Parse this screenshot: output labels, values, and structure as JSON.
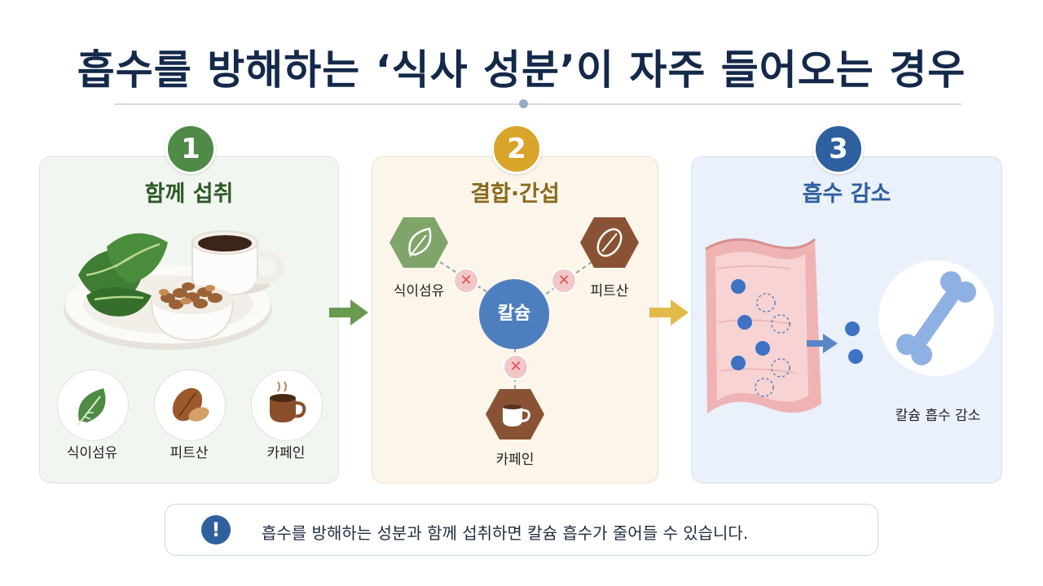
{
  "title": "흡수를 방해하는 ‘식사 성분’이 자주 들어오는 경우",
  "steps": [
    {
      "number": "1",
      "title": "함께 섭취",
      "items": [
        "식이섬유",
        "피트산",
        "카페인"
      ]
    },
    {
      "number": "2",
      "title": "결합·간섭",
      "center": "칼슘",
      "items": [
        "식이섬유",
        "피트산",
        "카페인"
      ]
    },
    {
      "number": "3",
      "title": "흡수 감소",
      "result_label": "칼슘 흡수 감소"
    }
  ],
  "notice": {
    "icon": "!",
    "text": "흡수를 방해하는 성분과 함께 섭취하면 칼슘 흡수가 줄어들 수 있습니다."
  },
  "colors": {
    "title": "#14294a",
    "step1": "#4f8a46",
    "step2": "#d8a42a",
    "step3": "#2e5f9e",
    "blocked": "#e05353"
  },
  "icons": {
    "fiber": "leaf-icon",
    "phytate": "seed-icon",
    "caffeine": "coffee-cup-icon",
    "blocked": "close-icon",
    "notice": "exclamation-icon",
    "bone": "bone-icon"
  }
}
